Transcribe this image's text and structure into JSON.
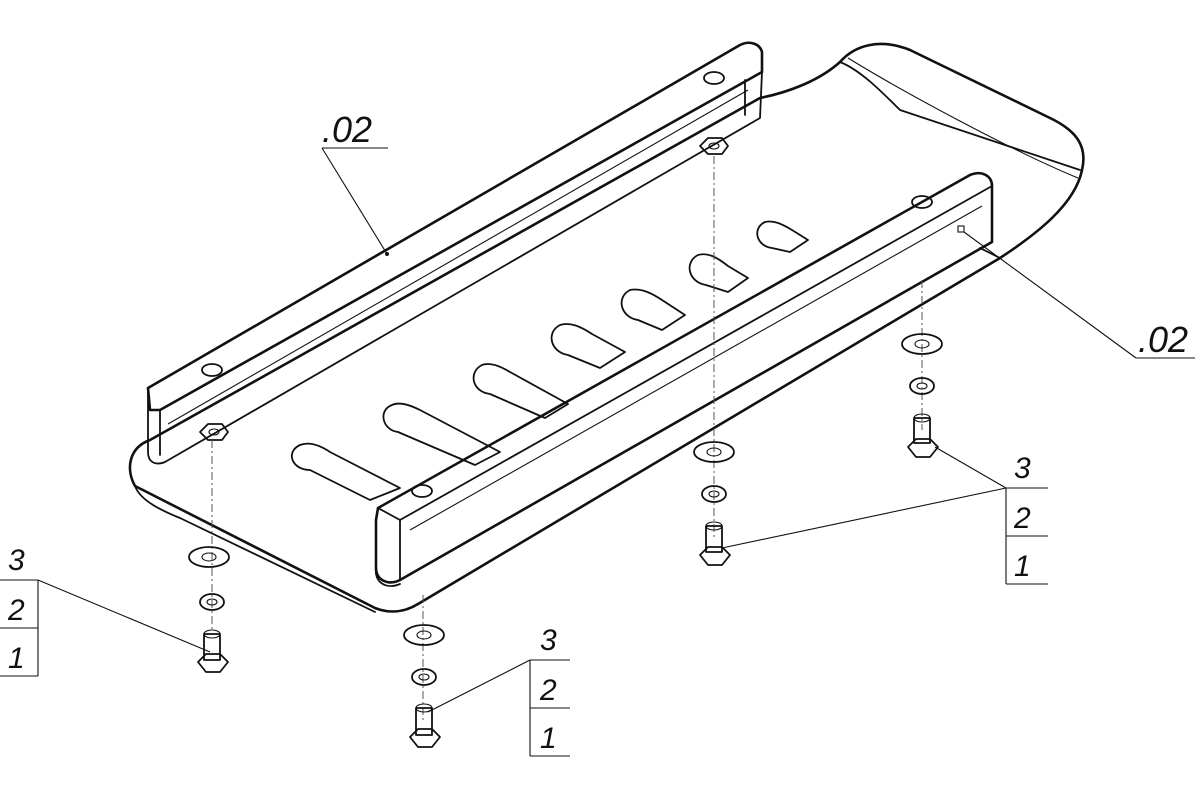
{
  "part_labels": {
    "upper": ".02",
    "right": ".02"
  },
  "fastener_callouts": [
    {
      "id": "front-left",
      "items": [
        "3",
        "2",
        "1"
      ]
    },
    {
      "id": "front-center",
      "items": [
        "3",
        "2",
        "1"
      ]
    },
    {
      "id": "rear-center",
      "items": [
        "3",
        "2",
        "1"
      ]
    },
    {
      "id": "rear-right",
      "items": [
        "3",
        "2",
        "1"
      ]
    }
  ],
  "colors": {
    "line": "#111111",
    "background": "#ffffff"
  }
}
